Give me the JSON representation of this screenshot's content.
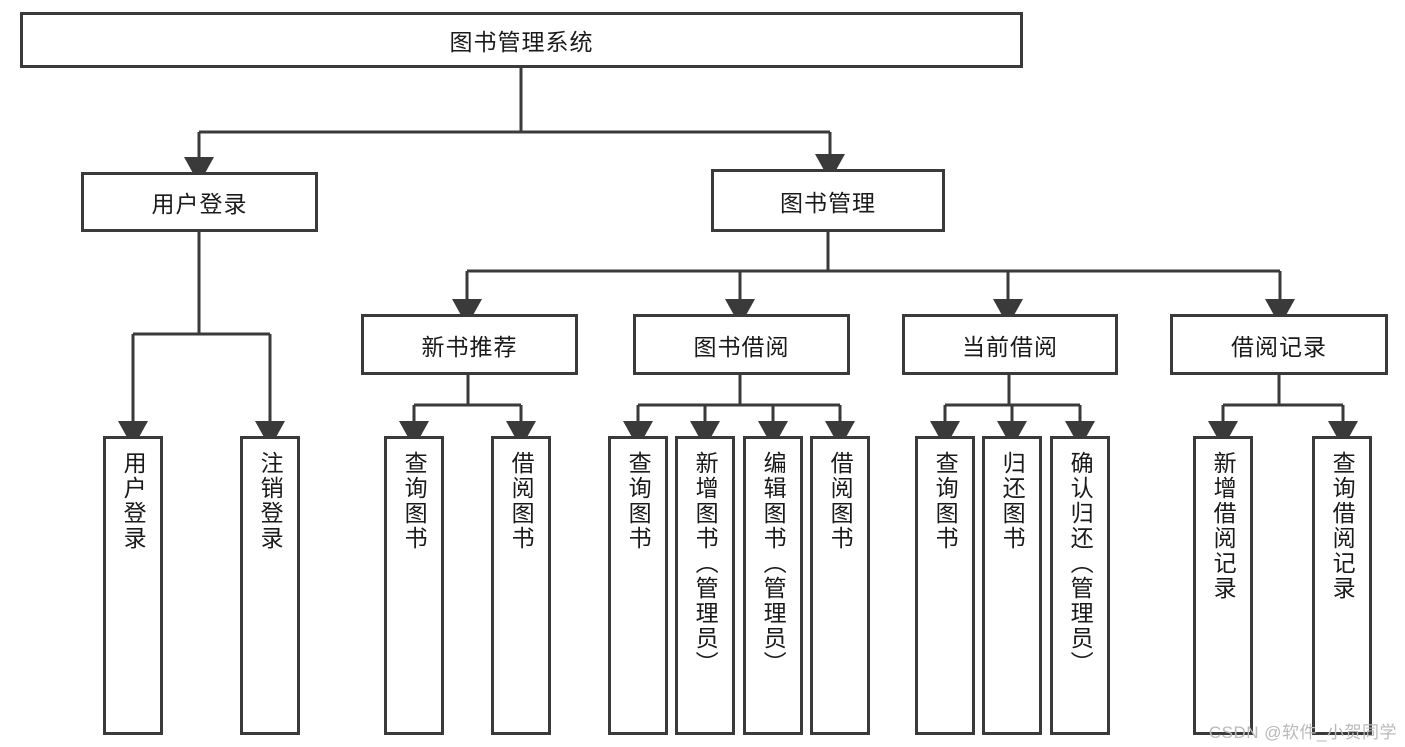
{
  "diagram": {
    "title": "图书管理系统",
    "type": "tree-hierarchy-functional-decomposition",
    "root": {
      "label": "图书管理系统"
    },
    "level2": [
      {
        "label": "用户登录"
      },
      {
        "label": "图书管理"
      }
    ],
    "level3": [
      {
        "label": "新书推荐"
      },
      {
        "label": "图书借阅"
      },
      {
        "label": "当前借阅"
      },
      {
        "label": "借阅记录"
      }
    ],
    "leaves": {
      "user_login": [
        {
          "label": "用户登录"
        },
        {
          "label": "注销登录"
        }
      ],
      "new_book_recommend": [
        {
          "label": "查询图书"
        },
        {
          "label": "借阅图书"
        }
      ],
      "book_borrow": [
        {
          "label": "查询图书"
        },
        {
          "label": "新增图书（管理员）"
        },
        {
          "label": "编辑图书（管理员）"
        },
        {
          "label": "借阅图书"
        }
      ],
      "current_borrow": [
        {
          "label": "查询图书"
        },
        {
          "label": "归还图书"
        },
        {
          "label": "确认归还（管理员）"
        }
      ],
      "borrow_record": [
        {
          "label": "新增借阅记录"
        },
        {
          "label": "查询借阅记录"
        }
      ]
    }
  },
  "watermark": {
    "text": "CSDN @软件_小贺同学"
  },
  "colors": {
    "border": "#3a3a3a",
    "background": "#ffffff",
    "text": "#1a1a1a",
    "watermark": "#b9b9b9"
  }
}
